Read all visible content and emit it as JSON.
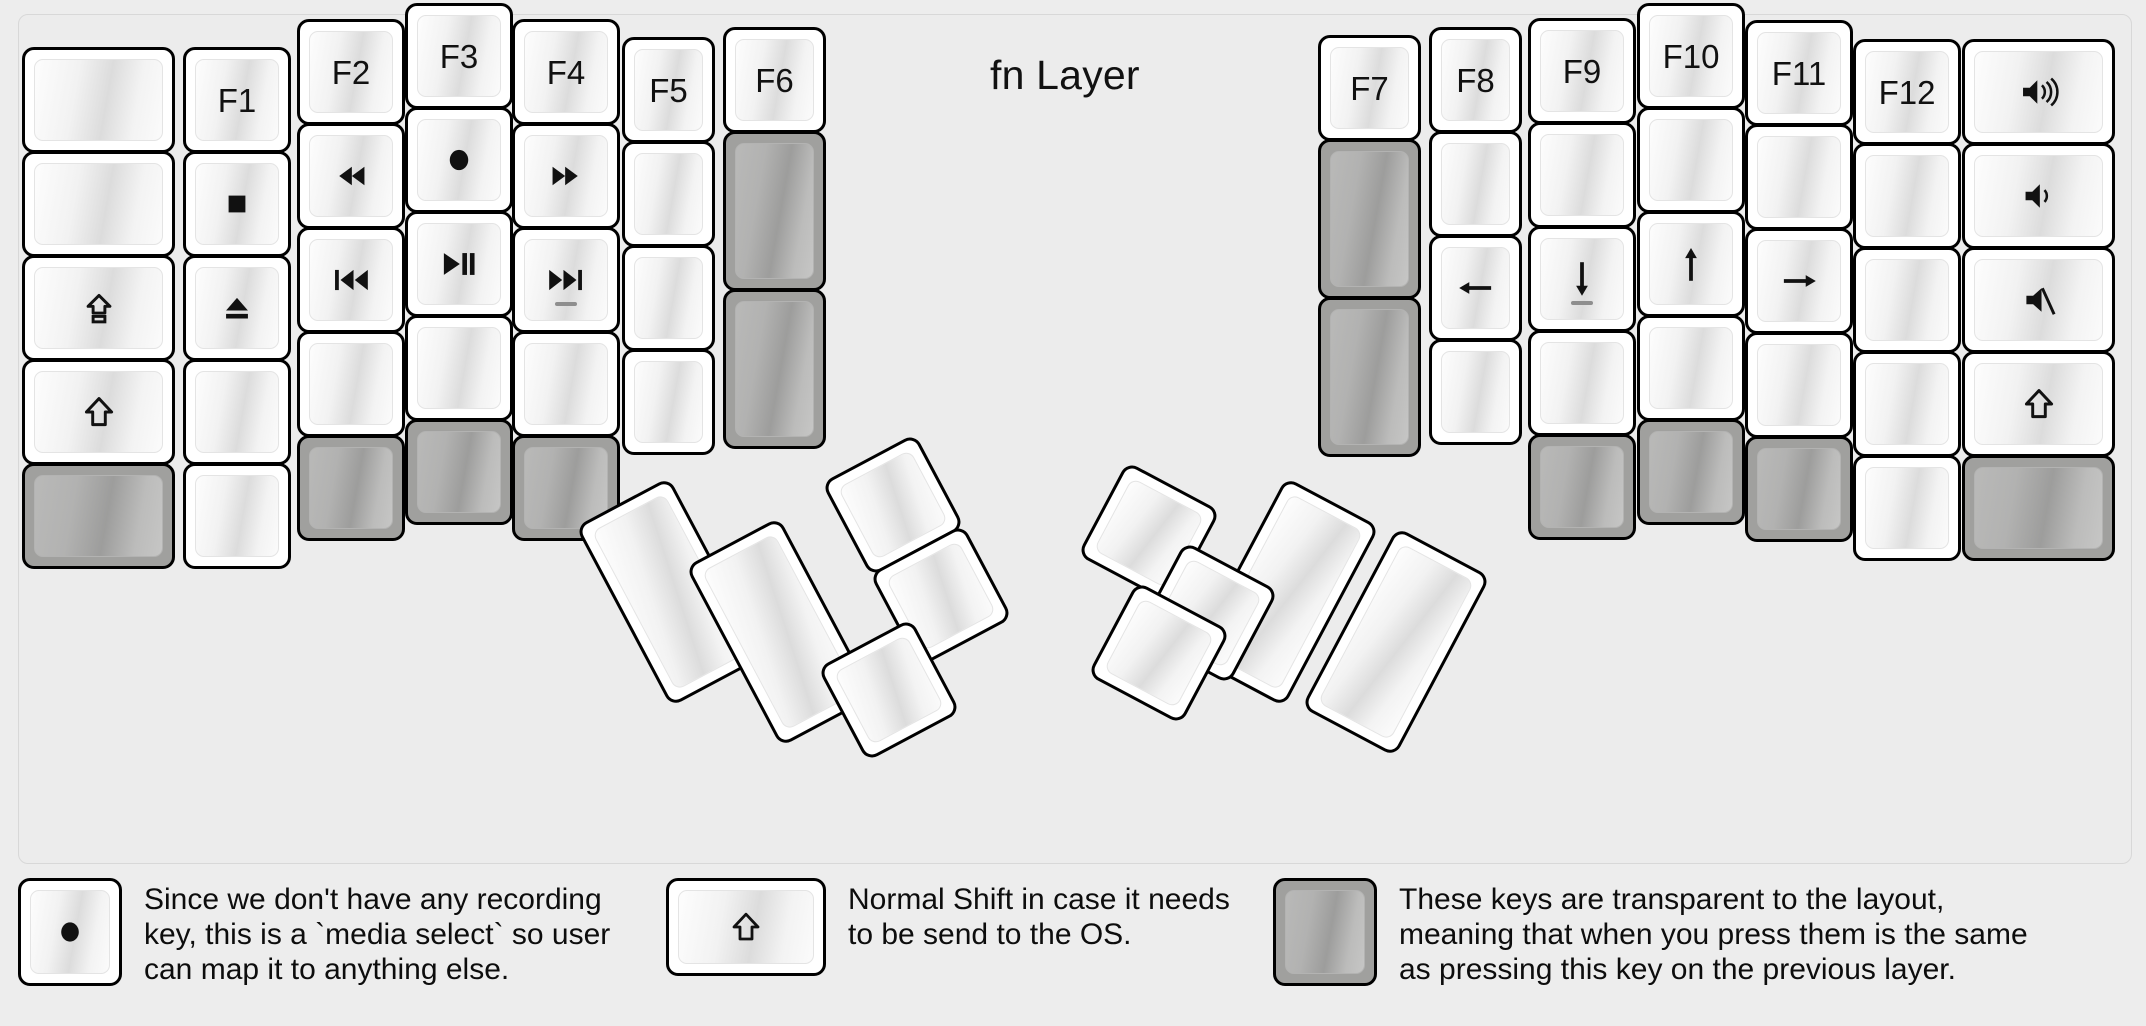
{
  "title": "fn Layer",
  "colors": {
    "background": "#ededed",
    "panel": "#ececec",
    "key_face": "#ffffff",
    "key_border": "#000000",
    "transparent_key": "#a0a09e",
    "text": "#111111"
  },
  "glyph_names": {
    "blank": "",
    "stop": "stop-icon",
    "eject": "eject-icon",
    "caps_lock": "caps-lock-icon",
    "shift": "shift-icon",
    "record": "record-icon",
    "rewind": "rewind-icon",
    "fast_forward": "fast-forward-icon",
    "prev_track": "previous-track-icon",
    "next_track": "next-track-icon",
    "play_pause": "play-pause-icon",
    "arrow_left": "arrow-left-icon",
    "arrow_down": "arrow-down-icon",
    "arrow_up": "arrow-up-icon",
    "arrow_right": "arrow-right-icon",
    "volume_up": "volume-up-icon",
    "volume_down": "volume-down-icon",
    "mute": "volume-mute-icon"
  },
  "left_half": {
    "columns": [
      {
        "name": "col-outer",
        "keys": [
          {
            "label": "",
            "glyph": "blank",
            "state": "normal"
          },
          {
            "label": "",
            "glyph": "blank",
            "state": "normal"
          },
          {
            "label": "",
            "glyph": "caps_lock",
            "state": "normal"
          },
          {
            "label": "",
            "glyph": "shift",
            "state": "normal"
          },
          {
            "label": "",
            "glyph": "blank",
            "state": "transparent"
          }
        ]
      },
      {
        "name": "col-f1",
        "keys": [
          {
            "label": "F1",
            "glyph": "",
            "state": "normal"
          },
          {
            "label": "",
            "glyph": "stop",
            "state": "normal"
          },
          {
            "label": "",
            "glyph": "eject",
            "state": "normal"
          },
          {
            "label": "",
            "glyph": "blank",
            "state": "normal"
          },
          {
            "label": "",
            "glyph": "blank",
            "state": "normal"
          }
        ]
      },
      {
        "name": "col-f2",
        "keys": [
          {
            "label": "F2",
            "glyph": "",
            "state": "normal"
          },
          {
            "label": "",
            "glyph": "rewind",
            "state": "normal"
          },
          {
            "label": "",
            "glyph": "prev_track",
            "state": "normal"
          },
          {
            "label": "",
            "glyph": "blank",
            "state": "normal"
          },
          {
            "label": "",
            "glyph": "blank",
            "state": "transparent"
          }
        ]
      },
      {
        "name": "col-f3",
        "keys": [
          {
            "label": "F3",
            "glyph": "",
            "state": "normal"
          },
          {
            "label": "",
            "glyph": "record",
            "state": "normal"
          },
          {
            "label": "",
            "glyph": "play_pause",
            "state": "normal"
          },
          {
            "label": "",
            "glyph": "blank",
            "state": "normal"
          },
          {
            "label": "",
            "glyph": "blank",
            "state": "transparent"
          }
        ]
      },
      {
        "name": "col-f4",
        "keys": [
          {
            "label": "F4",
            "glyph": "",
            "state": "normal"
          },
          {
            "label": "",
            "glyph": "fast_forward",
            "state": "normal"
          },
          {
            "label": "",
            "glyph": "next_track",
            "state": "normal",
            "sub": true
          },
          {
            "label": "",
            "glyph": "blank",
            "state": "normal"
          },
          {
            "label": "",
            "glyph": "blank",
            "state": "transparent"
          }
        ]
      },
      {
        "name": "col-f5",
        "keys": [
          {
            "label": "F5",
            "glyph": "",
            "state": "normal"
          },
          {
            "label": "",
            "glyph": "blank",
            "state": "normal"
          },
          {
            "label": "",
            "glyph": "blank",
            "state": "normal"
          },
          {
            "label": "",
            "glyph": "blank",
            "state": "normal"
          }
        ]
      },
      {
        "name": "col-f6",
        "keys": [
          {
            "label": "F6",
            "glyph": "",
            "state": "normal"
          },
          {
            "label": "",
            "glyph": "blank",
            "state": "transparent",
            "tall": true
          },
          {
            "label": "",
            "glyph": "blank",
            "state": "transparent",
            "tall": true
          }
        ]
      }
    ],
    "thumb_cluster": [
      {
        "name": "thumb-big-1",
        "glyph": "blank",
        "state": "normal"
      },
      {
        "name": "thumb-big-2",
        "glyph": "blank",
        "state": "normal"
      },
      {
        "name": "thumb-small-1",
        "glyph": "blank",
        "state": "normal"
      },
      {
        "name": "thumb-small-2",
        "glyph": "blank",
        "state": "normal"
      },
      {
        "name": "thumb-small-3",
        "glyph": "blank",
        "state": "normal"
      }
    ]
  },
  "right_half": {
    "columns": [
      {
        "name": "col-f7",
        "keys": [
          {
            "label": "F7",
            "glyph": "",
            "state": "normal"
          },
          {
            "label": "",
            "glyph": "blank",
            "state": "transparent",
            "tall": true
          },
          {
            "label": "",
            "glyph": "blank",
            "state": "transparent",
            "tall": true
          }
        ]
      },
      {
        "name": "col-f8",
        "keys": [
          {
            "label": "F8",
            "glyph": "",
            "state": "normal"
          },
          {
            "label": "",
            "glyph": "blank",
            "state": "normal"
          },
          {
            "label": "",
            "glyph": "arrow_left",
            "state": "normal"
          },
          {
            "label": "",
            "glyph": "blank",
            "state": "normal"
          }
        ]
      },
      {
        "name": "col-f9",
        "keys": [
          {
            "label": "F9",
            "glyph": "",
            "state": "normal"
          },
          {
            "label": "",
            "glyph": "blank",
            "state": "normal"
          },
          {
            "label": "",
            "glyph": "arrow_down",
            "state": "normal",
            "sub": true
          },
          {
            "label": "",
            "glyph": "blank",
            "state": "normal"
          },
          {
            "label": "",
            "glyph": "blank",
            "state": "transparent"
          }
        ]
      },
      {
        "name": "col-f10",
        "keys": [
          {
            "label": "F10",
            "glyph": "",
            "state": "normal"
          },
          {
            "label": "",
            "glyph": "blank",
            "state": "normal"
          },
          {
            "label": "",
            "glyph": "arrow_up",
            "state": "normal"
          },
          {
            "label": "",
            "glyph": "blank",
            "state": "normal"
          },
          {
            "label": "",
            "glyph": "blank",
            "state": "transparent"
          }
        ]
      },
      {
        "name": "col-f11",
        "keys": [
          {
            "label": "F11",
            "glyph": "",
            "state": "normal"
          },
          {
            "label": "",
            "glyph": "blank",
            "state": "normal"
          },
          {
            "label": "",
            "glyph": "arrow_right",
            "state": "normal"
          },
          {
            "label": "",
            "glyph": "blank",
            "state": "normal"
          },
          {
            "label": "",
            "glyph": "blank",
            "state": "transparent"
          }
        ]
      },
      {
        "name": "col-f12",
        "keys": [
          {
            "label": "F12",
            "glyph": "",
            "state": "normal"
          },
          {
            "label": "",
            "glyph": "blank",
            "state": "normal"
          },
          {
            "label": "",
            "glyph": "blank",
            "state": "normal"
          },
          {
            "label": "",
            "glyph": "blank",
            "state": "normal"
          },
          {
            "label": "",
            "glyph": "blank",
            "state": "normal"
          }
        ]
      },
      {
        "name": "col-outer-right",
        "keys": [
          {
            "label": "",
            "glyph": "volume_up",
            "state": "normal"
          },
          {
            "label": "",
            "glyph": "volume_down",
            "state": "normal"
          },
          {
            "label": "",
            "glyph": "mute",
            "state": "normal"
          },
          {
            "label": "",
            "glyph": "shift",
            "state": "normal"
          },
          {
            "label": "",
            "glyph": "blank",
            "state": "transparent"
          }
        ]
      }
    ],
    "thumb_cluster": [
      {
        "name": "thumb-big-1",
        "glyph": "blank",
        "state": "normal"
      },
      {
        "name": "thumb-big-2",
        "glyph": "blank",
        "state": "normal"
      },
      {
        "name": "thumb-small-1",
        "glyph": "blank",
        "state": "normal"
      },
      {
        "name": "thumb-small-2",
        "glyph": "blank",
        "state": "normal"
      },
      {
        "name": "thumb-small-3",
        "glyph": "blank",
        "state": "normal"
      }
    ]
  },
  "legend": [
    {
      "key_glyph": "record",
      "key_state": "normal",
      "text": "Since we don't have any recording\nkey, this is a `media select` so user\ncan map it to anything else."
    },
    {
      "key_glyph": "shift",
      "key_state": "normal",
      "text": "Normal Shift in case it needs\nto be send to the OS."
    },
    {
      "key_glyph": "blank",
      "key_state": "transparent",
      "text": "These keys are transparent to the layout,\nmeaning that when you press them is the same\nas pressing this key on the previous layer."
    }
  ]
}
